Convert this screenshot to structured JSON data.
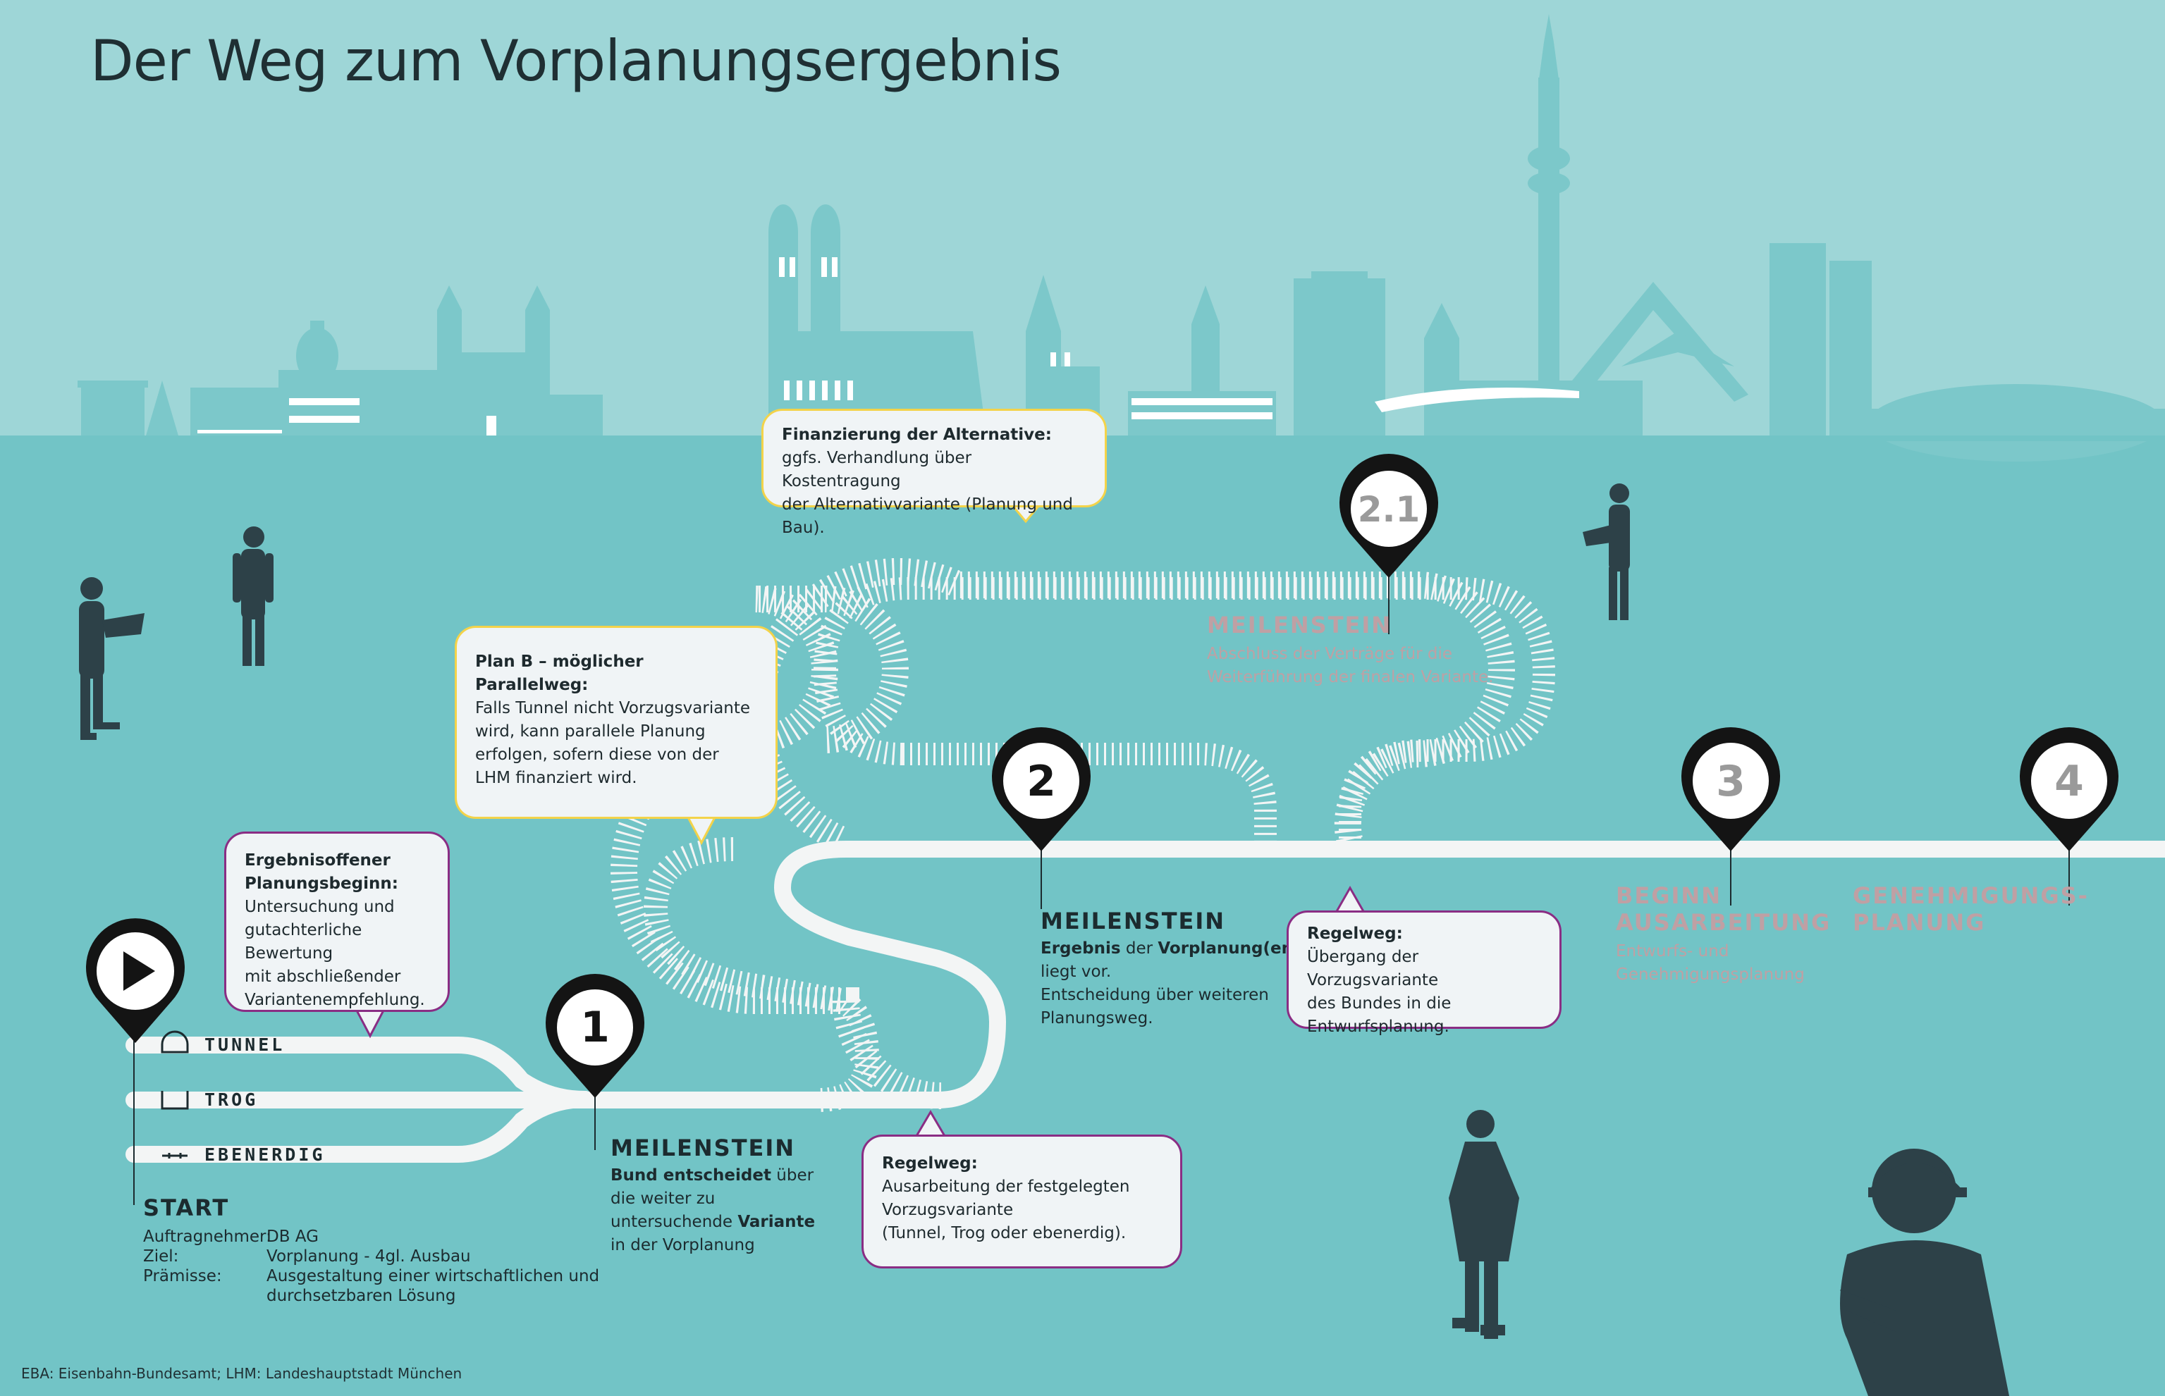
{
  "title": "Der Weg zum Vorplanungsergebnis",
  "colors": {
    "sky": "#9ed6d7",
    "ground": "#72c4c6",
    "skyline": "#7cc8ca",
    "silhouette": "#2d4148",
    "pin": "#141414",
    "path": "#f3f5f5",
    "bubble_border_purple": "#8a2d84",
    "bubble_border_yellow": "#f3d34a",
    "faded_text": "#bfa0a4"
  },
  "tracks": {
    "tunnel": "TUNNEL",
    "trog": "TROG",
    "ebenerdig": "EBENERDIG"
  },
  "start": {
    "heading": "START",
    "rows": [
      {
        "label": "Auftragnehmer:",
        "value": "DB AG"
      },
      {
        "label": "Ziel:",
        "value": "Vorplanung - 4gl. Ausbau"
      },
      {
        "label": "Prämisse:",
        "value": "Ausgestaltung einer wirtschaftlichen und",
        "value2": "durchsetzbaren Lösung"
      }
    ]
  },
  "pins": [
    {
      "label": "1"
    },
    {
      "label": "2"
    },
    {
      "label": "2.1"
    },
    {
      "label": "3"
    },
    {
      "label": "4"
    }
  ],
  "milestone1": {
    "heading": "MEILENSTEIN",
    "bold1": "Bund entscheidet",
    "text1": " über",
    "text2": "die weiter zu",
    "text3": "untersuchende ",
    "bold2": "Variante",
    "text4": "in der Vorplanung"
  },
  "milestone2": {
    "heading": "MEILENSTEIN",
    "bold1": "Ergebnis",
    "text1": " der ",
    "bold2": "Vorplanung(en)",
    "text2": "liegt vor.",
    "text3": "Entscheidung über weiteren",
    "text4": "Planungsweg."
  },
  "milestone21": {
    "heading": "MEILENSTEIN",
    "line1": "Abschluss der Verträge für die",
    "line2": "Weiterführung der finalen Variante."
  },
  "milestone3": {
    "heading1": "BEGINN",
    "heading2": "AUSARBEITUNG",
    "line1": "Entwurfs- und",
    "line2": "Genehmigungsplanung"
  },
  "milestone4": {
    "heading1": "GENEHMIGUNGS-",
    "heading2": "PLANUNG"
  },
  "bubbles": {
    "ergebnisoffen": {
      "title1": "Ergebnisoffener",
      "title2": "Planungsbeginn:",
      "lines": [
        "Untersuchung und",
        "gutachterliche Bewertung",
        "mit abschließender",
        "Variantenempfehlung."
      ]
    },
    "planb": {
      "title": "Plan B – möglicher Parallelweg:",
      "lines": [
        "Falls Tunnel nicht Vorzugsvariante",
        "wird, kann parallele Planung",
        "erfolgen, sofern diese von der",
        "LHM finanziert wird."
      ]
    },
    "finanzierung": {
      "title": "Finanzierung der Alternative:",
      "lines": [
        "ggfs. Verhandlung über Kostentragung",
        "der Alternativvariante (Planung und Bau)."
      ]
    },
    "regelweg1": {
      "title": "Regelweg:",
      "lines": [
        "Ausarbeitung der festgelegten",
        "Vorzugsvariante",
        "(Tunnel, Trog oder ebenerdig)."
      ]
    },
    "regelweg2": {
      "title": "Regelweg:",
      "lines": [
        "Übergang der Vorzugsvariante",
        "des Bundes in die",
        "Entwurfsplanung."
      ]
    }
  },
  "footer": "EBA: Eisenbahn-Bundesamt; LHM: Landeshauptstadt München"
}
